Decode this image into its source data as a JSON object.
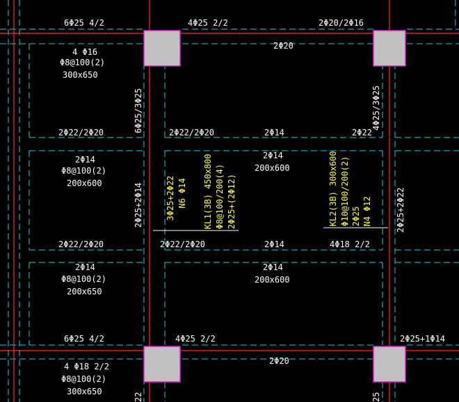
{
  "labels": {
    "t_6phi25_42_top": "6Φ25 4/2",
    "t_4phi25_22_top": "4Φ25 2/2",
    "t_2phi20_2phi16": "2Φ20/2Φ16",
    "t_2phi20_mid_top": "2Φ20",
    "L1_line1": "4 Φ16",
    "L1_line2": "Φ8@100(2)",
    "L1_line3": "300x650",
    "L1_bottom": "2Φ22/2Φ20",
    "v_6phi25_3phi25": "6Φ25/3Φ25",
    "v_4phi25_3phi25": "4Φ25/3Φ25",
    "r1_2phi22_2phi20": "2Φ22/2Φ20",
    "r1_2phi14": "2Φ14",
    "r1_2phi22": "2Φ22",
    "mid1_line1": "2Φ14",
    "mid1_line2": "200x600",
    "L2_line1": "2Φ14",
    "L2_line2": "Φ8@100(2)",
    "L2_line3": "200x600",
    "L2_bottom": "2Φ22/2Φ20",
    "v_2phi25_2phi14": "2Φ25+2Φ14",
    "v_3phi25_2phi22": "3Φ25+2Φ22",
    "v_n6phi14": "N6 Φ14",
    "kl1_line1": "KL1(3B) 450x800",
    "kl1_line2": "Φ8@100/200(4)",
    "kl1_line3": "2Φ25+(2Φ12)",
    "kl2_line1": "KL2(3B) 300x600",
    "kl2_line2": "Φ10@100/200(2)",
    "kl2_line3": "2Φ25",
    "kl2_line4": "N4 Φ12",
    "v_2phi25_2phi22": "2Φ25+2Φ22",
    "r2_2phi22_2phi20": "2Φ22/2Φ20",
    "r2_2phi14": "2Φ14",
    "r2_4phi18_22": "4Φ18 2/2",
    "mid2_line1": "2Φ14",
    "mid2_line2": "200x600",
    "L3_line1": "2Φ14",
    "L3_line2": "Φ8@100(2)",
    "L3_line3": "200x650",
    "b_6phi25_42": "6Φ25 4/2",
    "b_4phi25_22": "4Φ25 2/2",
    "b_2phi25_1phi14": "2Φ25+1Φ14",
    "b_2phi20": "2Φ20",
    "L4_line1": "4 Φ18  2/2",
    "L4_line2": "Φ8@100(2)",
    "L4_line3": "300x650",
    "v_bottom_22": "22",
    "v_bottom_25": "25"
  },
  "colors": {
    "background": "#000000",
    "beam_dash": "#18d4dc",
    "axis_line": "#ff2a2a",
    "column_fill": "#c0c0c0",
    "column_border": "#e020d8",
    "text_white": "#ffffff",
    "text_yellow": "#ffff3a"
  }
}
